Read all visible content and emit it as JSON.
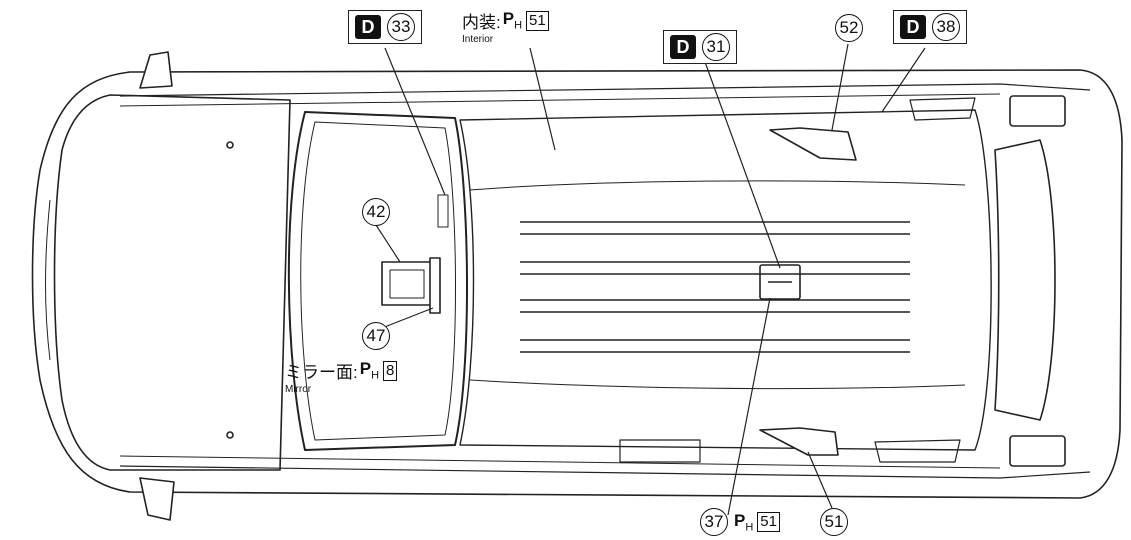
{
  "parts": {
    "p33": "33",
    "p31": "31",
    "p38": "38",
    "p52": "52",
    "p42": "42",
    "p47": "47",
    "p37": "37",
    "p51": "51"
  },
  "paint": {
    "interior_label": "内装:",
    "interior_sub": "Interior",
    "interior_code": "51",
    "mirror_label": "ミラー面:",
    "mirror_sub": "Mirror",
    "mirror_code": "8",
    "bottom_code": "51",
    "ph_letter": "P",
    "ph_sub": "H"
  },
  "badges": {
    "d_letter": "D"
  }
}
